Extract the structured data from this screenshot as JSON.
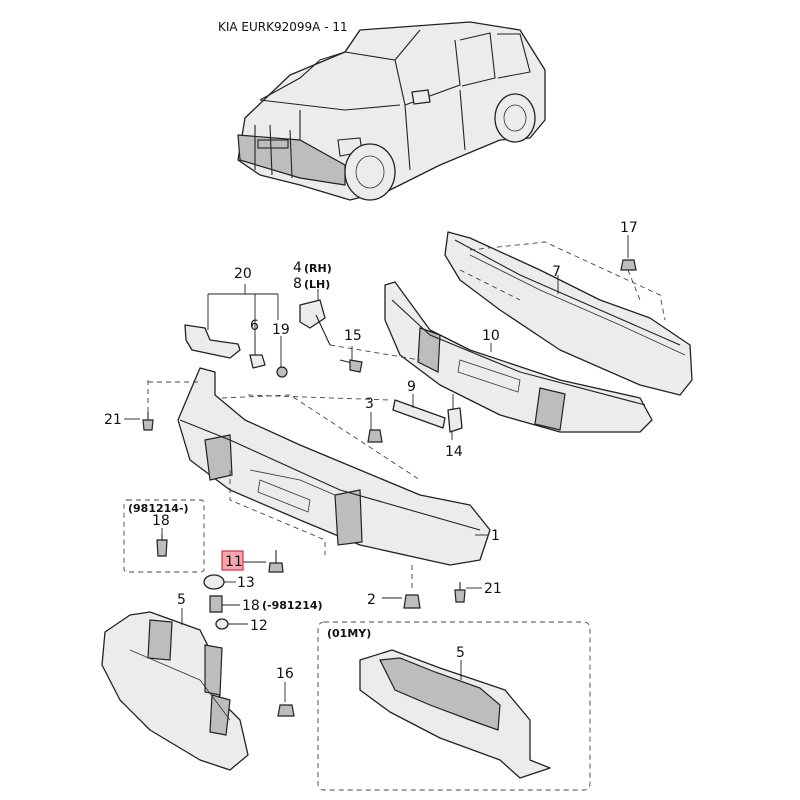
{
  "title": "KIA EURK92099A - 11",
  "highlight_color": "#f3a6ad",
  "callouts": {
    "c1": "1",
    "c2": "2",
    "c3": "3",
    "c4": "4",
    "c4_suffix": "(RH)",
    "c8": "8",
    "c8_suffix": "(LH)",
    "c5_left": "5",
    "c5_right": "5",
    "c6": "6",
    "c7": "7",
    "c9": "9",
    "c10": "10",
    "c11": "11",
    "c12": "12",
    "c13": "13",
    "c14": "14",
    "c15": "15",
    "c16": "16",
    "c17": "17",
    "c18_box": "18",
    "c18_bolt": "18",
    "c18_suffix": "(-981214)",
    "c19": "19",
    "c20": "20",
    "c21_left": "21",
    "c21_right": "21"
  },
  "boxes": {
    "box_981214_label": "(981214-)",
    "box_01my_label": "(01MY)"
  }
}
